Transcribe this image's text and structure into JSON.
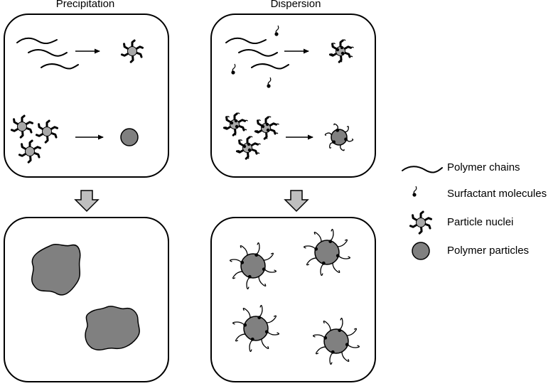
{
  "columns": {
    "precipitation": "Precipitation",
    "dispersion": "Dispersion"
  },
  "legend": {
    "polymer_chains": "Polymer chains",
    "surfactant": "Surfactant molecules",
    "nuclei": "Particle nuclei",
    "particles": "Polymer particles"
  },
  "colors": {
    "particle_fill": "#808080",
    "nucleus_fill": "#a8a8a8",
    "arrow_fill": "#bfbfbf",
    "stroke": "#000000"
  }
}
